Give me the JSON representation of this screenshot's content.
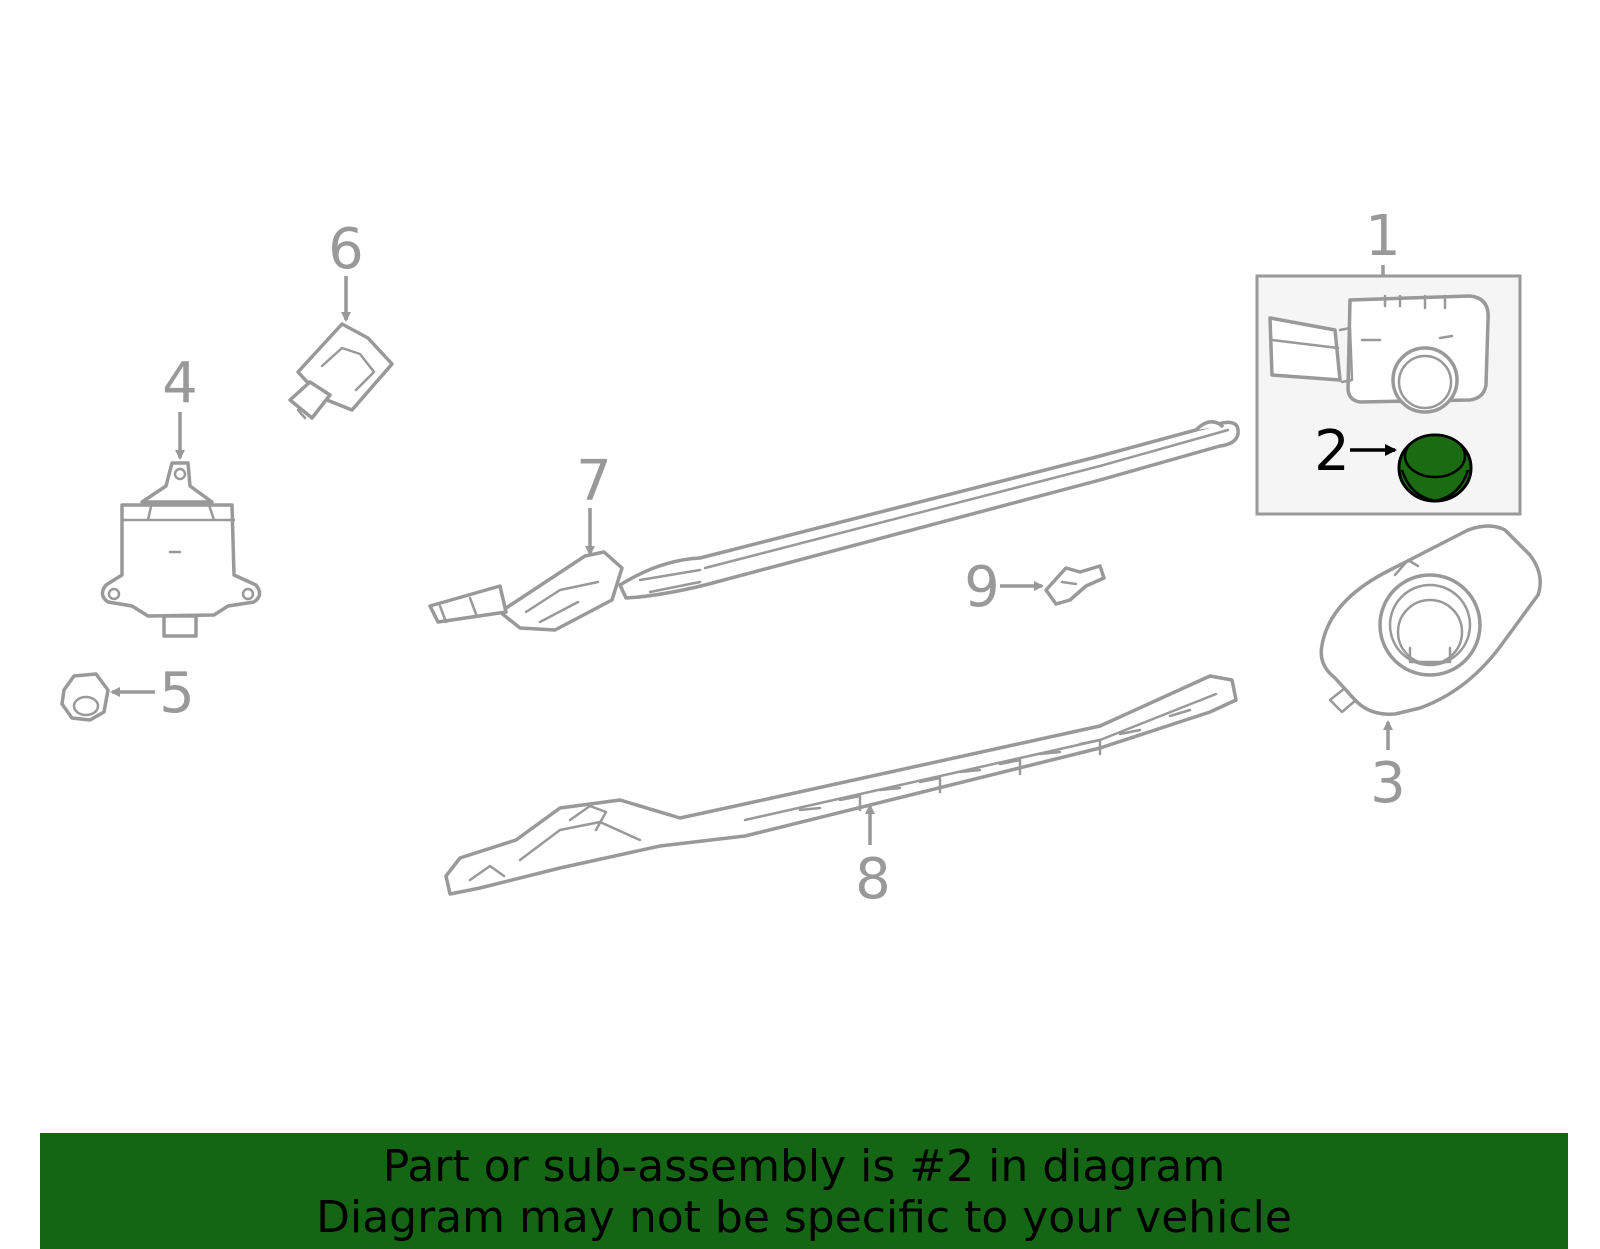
{
  "callouts": {
    "c1": "1",
    "c2": "2",
    "c3": "3",
    "c4": "4",
    "c5": "5",
    "c6": "6",
    "c7": "7",
    "c8": "8",
    "c9": "9"
  },
  "highlighted_part": "2",
  "colors": {
    "line_art": "#999999",
    "highlight_fill": "#1a6b12",
    "banner_background": "#146614",
    "inset_background": "#f5f5f5"
  },
  "banner": {
    "line1": "Part or sub-assembly is #2 in diagram",
    "line2": "Diagram may not be specific to your vehicle"
  }
}
